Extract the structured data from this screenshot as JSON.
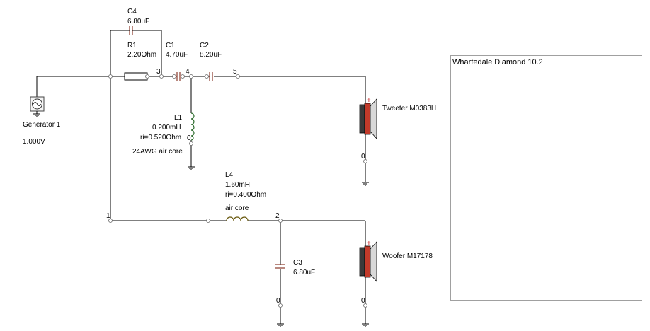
{
  "components": {
    "c4": {
      "name": "C4",
      "value": "6.80uF"
    },
    "r1": {
      "name": "R1",
      "value": "2.20Ohm"
    },
    "c1": {
      "name": "C1",
      "value": "4.70uF"
    },
    "c2": {
      "name": "C2",
      "value": "8.20uF"
    },
    "l1": {
      "name": "L1",
      "value": "0.200mH",
      "resistance": "ri=0.520Ohm",
      "core": "24AWG air core"
    },
    "l4": {
      "name": "L4",
      "value": "1.60mH",
      "resistance": "ri=0.400Ohm",
      "core": "air core"
    },
    "c3": {
      "name": "C3",
      "value": "6.80uF"
    },
    "generator": {
      "name": "Generator 1",
      "value": "1.000V"
    },
    "tweeter": {
      "name": "Tweeter M0383H"
    },
    "woofer": {
      "name": "Woofer M17178"
    }
  },
  "nodes": {
    "n1": "1",
    "n2": "2",
    "n3": "3",
    "n4": "4",
    "n5": "5",
    "l1_gnd": "0",
    "tweeter_gnd": "0",
    "c3_gnd": "0",
    "woofer_gnd": "0"
  },
  "polarity": {
    "tweeter_plus": "+",
    "woofer_plus": "+"
  },
  "panel": {
    "title": "Wharfedale Diamond 10.2"
  }
}
